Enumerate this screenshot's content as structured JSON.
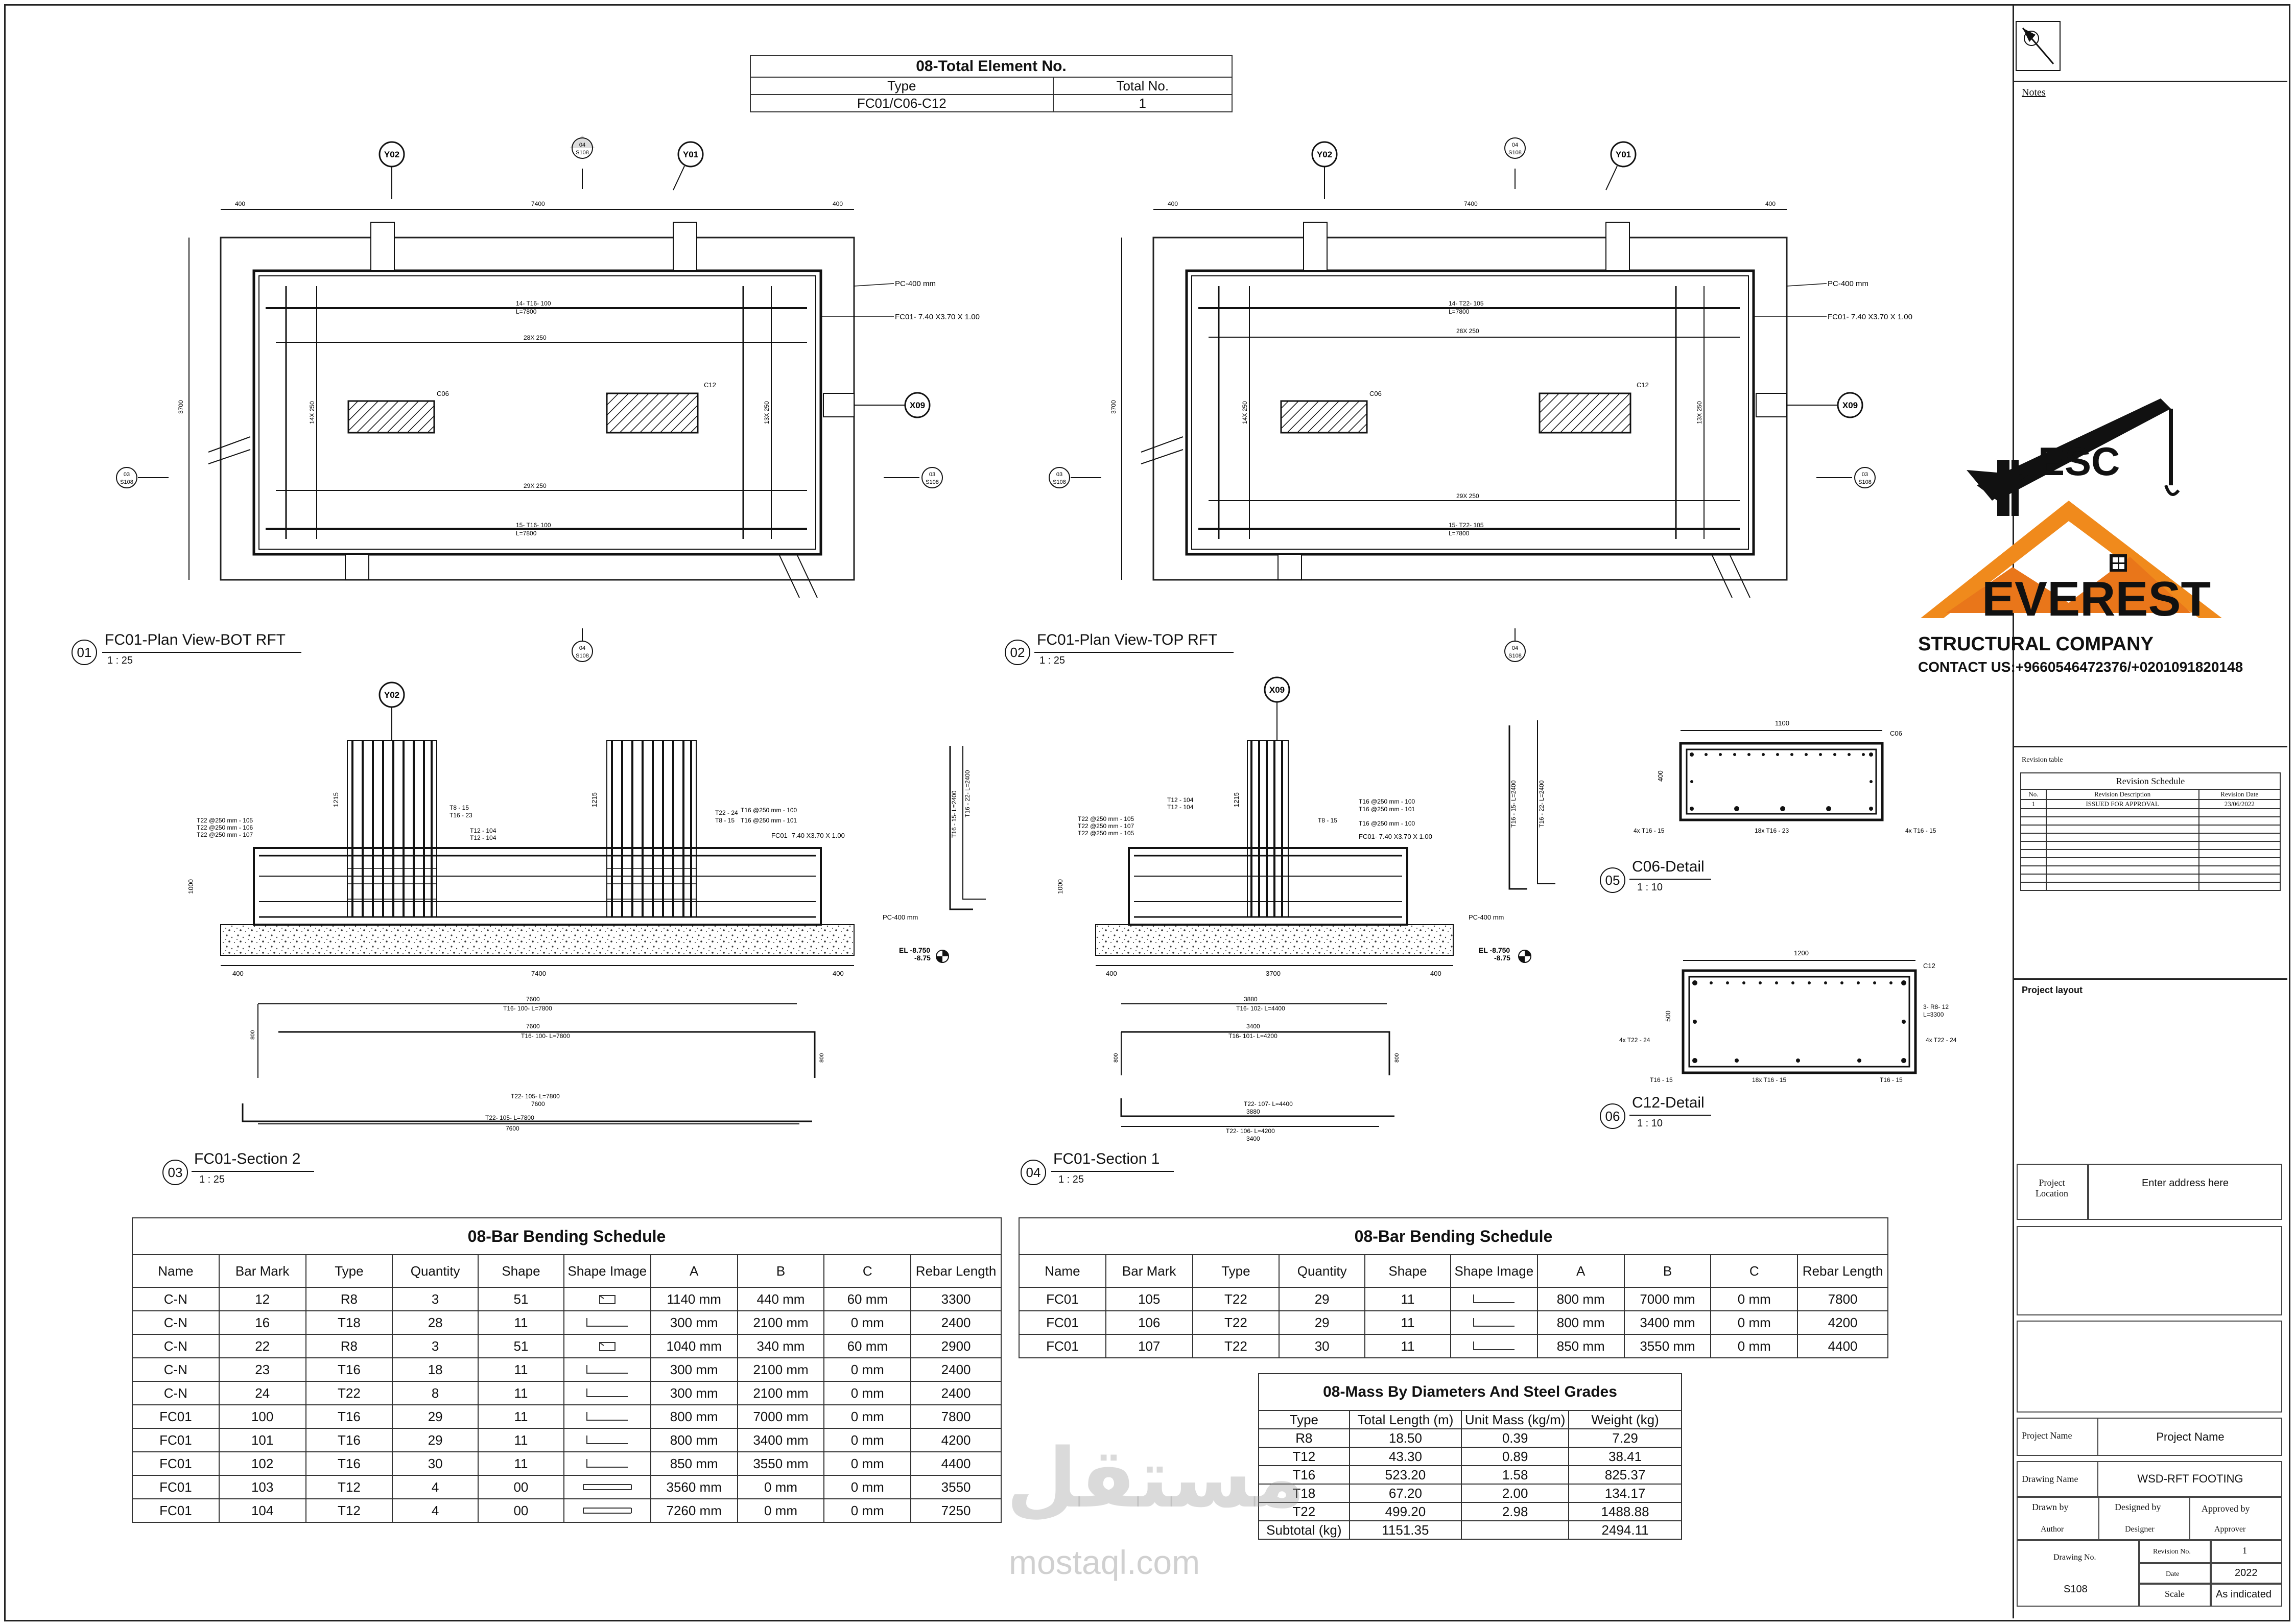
{
  "total_element": {
    "title": "08-Total Element No.",
    "headers": [
      "Type",
      "Total No."
    ],
    "row": [
      "FC01/C06-C12",
      "1"
    ]
  },
  "views": {
    "v01": {
      "num": "01",
      "title": "FC01-Plan View-BOT RFT",
      "scale": "1 : 25"
    },
    "v02": {
      "num": "02",
      "title": "FC01-Plan View-TOP RFT",
      "scale": "1 : 25"
    },
    "v03": {
      "num": "03",
      "title": "FC01-Section 2",
      "scale": "1 : 25"
    },
    "v04": {
      "num": "04",
      "title": "FC01-Section 1",
      "scale": "1 : 25"
    },
    "v05": {
      "num": "05",
      "title": "C06-Detail",
      "scale": "1 : 10"
    },
    "v06": {
      "num": "06",
      "title": "C12-Detail",
      "scale": "1 : 10"
    }
  },
  "plan_labels": {
    "grid_y02": "Y02",
    "grid_y01": "Y01",
    "grid_x09": "X09",
    "sec_num": "04",
    "sec_sheet": "S108",
    "sec_num2": "03",
    "dim_400": "400",
    "dim_7400": "7400",
    "dim_3700": "3700",
    "pc": "PC-400 mm",
    "fc": "FC01- 7.40 X3.70 X 1.00",
    "bot_top_bar": "14- T16- 100",
    "bot_top_len": "L=7800",
    "bot_bot_bar": "15- T16- 100",
    "bot_bot_len": "L=7800",
    "top_top_bar": "14- T22- 105",
    "top_top_len": "L=7800",
    "top_bot_bar": "15- T22- 105",
    "top_bot_len": "L=7800",
    "spa_28": "28X 250",
    "spa_29": "29X 250",
    "spa_14": "14X 250",
    "spa_13": "13X 250",
    "c06": "C06",
    "c12": "C12"
  },
  "section_labels": {
    "el": "EL -8.750",
    "el2": "-8.75",
    "s2_t22_a": "T22 @250 mm - 105",
    "s2_t22_b": "T22 @250 mm - 106",
    "s2_t22_c": "T22 @250 mm - 107",
    "s2_t12_a": "T12 - 104",
    "s2_t12_b": "T12 - 104",
    "s2_t16": "T16 @250 mm - 100",
    "s2_t16b": "T16 @250 mm - 101",
    "s2_t8": "T8 - 15",
    "s2_t8b": "T8 - 15",
    "s2_t22d": "T22 - 24",
    "s2_t22e": "T16 - 23",
    "dim_1215": "1215",
    "dim_1000": "1000",
    "dim_7400": "7400",
    "dim_3700": "3700",
    "dim_400": "400",
    "bar_a1": "7600",
    "bar_a2": "T16- 100- L=7800",
    "bar_a3": "7600",
    "bar_a4": "T16- 100- L=7800",
    "bar_a5": "T22- 105- L=7800",
    "bar_a6": "7600",
    "bar_a7": "T22- 105- L=7800",
    "bar_a8": "7600",
    "bar_b1": "3880",
    "bar_b2": "T16- 102- L=4400",
    "bar_b3": "3400",
    "bar_b4": "T16- 101- L=4200",
    "bar_b5": "T22- 107- L=4400",
    "bar_b6": "3880",
    "bar_b7": "T22- 106- L=4200",
    "bar_b8": "3400",
    "dim_800": "800",
    "dim_500": "500",
    "col_bar1": "T16 - 15- L=2400",
    "col_bar2": "T16 - 22- L=2400"
  },
  "details": {
    "c06_w": "1100",
    "c06_h": "400",
    "c06_lbl": "C06",
    "c06_a": "4x T16 - 15",
    "c06_b": "18x T16 - 23",
    "c06_c": "4x T16 - 15",
    "c12_w": "1200",
    "c12_h": "500",
    "c12_lbl": "C12",
    "c12_a": "4x T22 - 24",
    "c12_b": "18x T16 - 15",
    "c12_c": "4x T22 - 24",
    "c12_d": "3- R8- 12",
    "c12_e": "L=3300",
    "c12_f": "T16 - 15",
    "c12_g": "T16 - 15"
  },
  "bbs_left": {
    "title": "08-Bar Bending Schedule",
    "headers": [
      "Name",
      "Bar Mark",
      "Type",
      "Quantity",
      "Shape",
      "Shape Image",
      "A",
      "B",
      "C",
      "Rebar Length"
    ],
    "rows": [
      [
        "C-N",
        "12",
        "R8",
        "3",
        "51",
        "stirrup",
        "1140 mm",
        "440 mm",
        "60 mm",
        "3300"
      ],
      [
        "C-N",
        "16",
        "T18",
        "28",
        "11",
        "L",
        "300 mm",
        "2100 mm",
        "0 mm",
        "2400"
      ],
      [
        "C-N",
        "22",
        "R8",
        "3",
        "51",
        "stirrup",
        "1040 mm",
        "340 mm",
        "60 mm",
        "2900"
      ],
      [
        "C-N",
        "23",
        "T16",
        "18",
        "11",
        "L",
        "300 mm",
        "2100 mm",
        "0 mm",
        "2400"
      ],
      [
        "C-N",
        "24",
        "T22",
        "8",
        "11",
        "L",
        "300 mm",
        "2100 mm",
        "0 mm",
        "2400"
      ],
      [
        "FC01",
        "100",
        "T16",
        "29",
        "11",
        "L",
        "800 mm",
        "7000 mm",
        "0 mm",
        "7800"
      ],
      [
        "FC01",
        "101",
        "T16",
        "29",
        "11",
        "L",
        "800 mm",
        "3400 mm",
        "0 mm",
        "4200"
      ],
      [
        "FC01",
        "102",
        "T16",
        "30",
        "11",
        "L",
        "850 mm",
        "3550 mm",
        "0 mm",
        "4400"
      ],
      [
        "FC01",
        "103",
        "T12",
        "4",
        "00",
        "straight",
        "3560 mm",
        "0 mm",
        "0 mm",
        "3550"
      ],
      [
        "FC01",
        "104",
        "T12",
        "4",
        "00",
        "straight",
        "7260 mm",
        "0 mm",
        "0 mm",
        "7250"
      ]
    ]
  },
  "bbs_right": {
    "title": "08-Bar Bending Schedule",
    "headers": [
      "Name",
      "Bar Mark",
      "Type",
      "Quantity",
      "Shape",
      "Shape Image",
      "A",
      "B",
      "C",
      "Rebar Length"
    ],
    "rows": [
      [
        "FC01",
        "105",
        "T22",
        "29",
        "11",
        "L",
        "800 mm",
        "7000 mm",
        "0 mm",
        "7800"
      ],
      [
        "FC01",
        "106",
        "T22",
        "29",
        "11",
        "L",
        "800 mm",
        "3400 mm",
        "0 mm",
        "4200"
      ],
      [
        "FC01",
        "107",
        "T22",
        "30",
        "11",
        "L",
        "850 mm",
        "3550 mm",
        "0 mm",
        "4400"
      ]
    ]
  },
  "mass": {
    "title": "08-Mass By Diameters And Steel Grades",
    "headers": [
      "Type",
      "Total Length (m)",
      "Unit Mass (kg/m)",
      "Weight (kg)"
    ],
    "rows": [
      [
        "R8",
        "18.50",
        "0.39",
        "7.29"
      ],
      [
        "T12",
        "43.30",
        "0.89",
        "38.41"
      ],
      [
        "T16",
        "523.20",
        "1.58",
        "825.37"
      ],
      [
        "T18",
        "67.20",
        "2.00",
        "134.17"
      ],
      [
        "T22",
        "499.20",
        "2.98",
        "1488.88"
      ],
      [
        "Subtotal (kg)",
        "1151.35",
        "",
        "2494.11"
      ]
    ]
  },
  "title_block": {
    "notes": "Notes",
    "logo_esc": "ESC",
    "logo_name": "EVEREST",
    "logo_sub": "STRUCTURAL COMPANY",
    "contact": "CONTACT US:+9660546472376/+0201091820148",
    "revision_table": "Revision table",
    "revision_schedule": "Revision Schedule",
    "rev_headers": [
      "No.",
      "Revision Description",
      "Revision Date"
    ],
    "rev_row": [
      "1",
      "ISSUED FOR APPROVAL",
      "23/06/2022"
    ],
    "project_layout": "Project layout",
    "project_location": "Project Location",
    "address": "Enter address here",
    "project_name_label": "Project Name",
    "project_name": "Project Name",
    "drawing_name_label": "Drawing Name",
    "drawing_name": "WSD-RFT FOOTING",
    "drawn_by": "Drawn by",
    "designed_by": "Designed by",
    "approved_by": "Approved by",
    "author": "Author",
    "designer": "Designer",
    "approver": "Approver",
    "drawing_no_label": "Drawing No.",
    "drawing_no": "S108",
    "revision_no_label": "Revision No.",
    "revision_no": "1",
    "date_label": "Date",
    "date": "2022",
    "scale_label": "Scale",
    "scale": "As indicated"
  },
  "watermark": {
    "arabic": "مستقل",
    "latin": "mostaql.com"
  }
}
